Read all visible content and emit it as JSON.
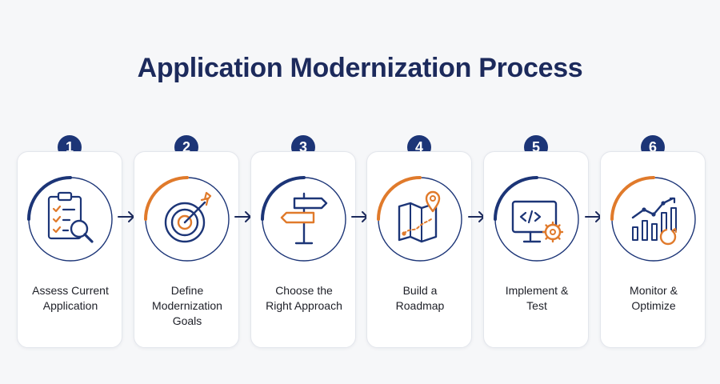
{
  "title": "Application Modernization Process",
  "colors": {
    "navy": "#1c3577",
    "orange": "#e07a2b",
    "title": "#1c2a5c"
  },
  "steps": [
    {
      "number": "1",
      "icon": "clipboard-magnifier-icon",
      "label_lines": [
        "Assess Current",
        "Application"
      ]
    },
    {
      "number": "2",
      "icon": "target-arrow-icon",
      "label_lines": [
        "Define",
        "Modernization",
        "Goals"
      ]
    },
    {
      "number": "3",
      "icon": "signpost-icon",
      "label_lines": [
        "Choose the",
        "Right Approach"
      ]
    },
    {
      "number": "4",
      "icon": "roadmap-pin-icon",
      "label_lines": [
        "Build a",
        "Roadmap"
      ]
    },
    {
      "number": "5",
      "icon": "monitor-code-gear-icon",
      "label_lines": [
        "Implement &",
        "Test"
      ]
    },
    {
      "number": "6",
      "icon": "chart-refresh-icon",
      "label_lines": [
        "Monitor &",
        "Optimize"
      ]
    }
  ]
}
